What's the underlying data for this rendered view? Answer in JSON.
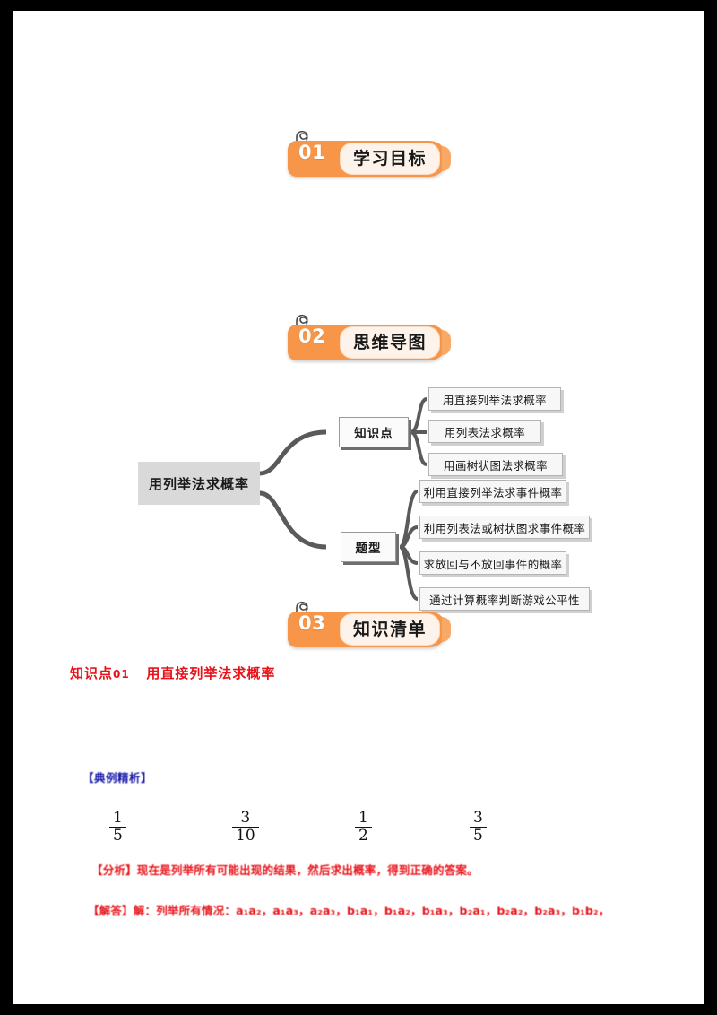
{
  "document": {
    "title": "用列举法求概率",
    "page_background": "#000000",
    "sheet_background": "#ffffff",
    "accent_color": "#f79548",
    "red_color": "#e8131a",
    "blue_color": "#1515a8"
  },
  "sections": [
    {
      "number": "01",
      "label": "学习目标"
    },
    {
      "number": "02",
      "label": "思维导图"
    },
    {
      "number": "03",
      "label": "知识清单"
    }
  ],
  "mindmap": {
    "root": "用列举法求概率",
    "branches": [
      {
        "label": "知识点",
        "leaves": [
          "用直接列举法求概率",
          "用列表法求概率",
          "用画树状图法求概率"
        ]
      },
      {
        "label": "题型",
        "leaves": [
          "利用直接列举法求事件概率",
          "利用列表法或树状图求事件概率",
          "求放回与不放回事件的概率",
          "通过计算概率判断游戏公平性"
        ]
      }
    ]
  },
  "knowledge": {
    "point_title_prefix": "知识点",
    "point_number": "01",
    "point_title": "用直接列举法求概率",
    "blue_subhead": "【典例精析】",
    "options": [
      {
        "numerator": "1",
        "denominator": "5"
      },
      {
        "numerator": "3",
        "denominator": "10"
      },
      {
        "numerator": "1",
        "denominator": "2"
      },
      {
        "numerator": "3",
        "denominator": "5"
      }
    ],
    "analysis_line": "【分析】现在是列举所有可能出现的结果，然后求出概率，得到正确的答案。",
    "solution_line": "【解答】解：列举所有情况：a₁a₂，a₁a₃，a₂a₃，b₁a₁，b₁a₂，b₁a₃，b₂a₁，b₂a₂，b₂a₃，b₁b₂，"
  }
}
